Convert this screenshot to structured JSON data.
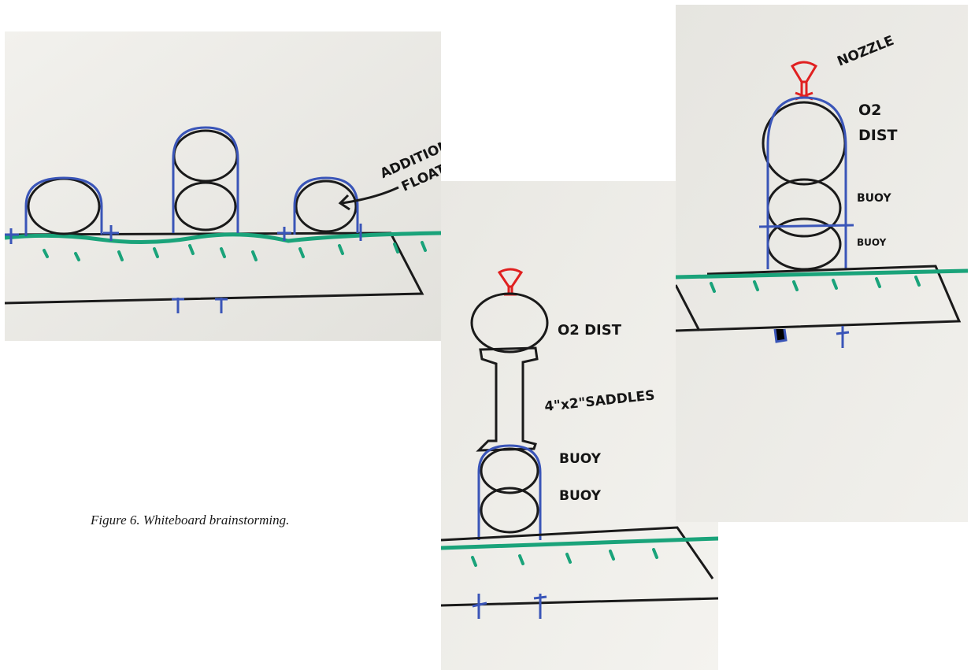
{
  "figure": {
    "caption": "Figure 6. Whiteboard brainstorming."
  },
  "photos": {
    "left": {
      "annotation_line1": "ADDITIONAL PIPES TO",
      "annotation_line2": "FLOAT ON SEDIMENTS"
    },
    "middle": {
      "label_o2": "O2 DIST",
      "label_saddles": "4\"x2\"SADDLES",
      "label_buoy_top": "BUOY",
      "label_buoy_bottom": "BUOY"
    },
    "right": {
      "label_nozzle": "NOZZLE",
      "label_o2": "O2",
      "label_dist": "DIST",
      "label_buoy_top": "BUOY",
      "label_buoy_bottom": "BUOY"
    }
  },
  "colors": {
    "pipe": "#1a1a1a",
    "frame": "#3a55b8",
    "sediment": "#1aa37a",
    "nozzle": "#e02020",
    "board": "#eceae4"
  }
}
